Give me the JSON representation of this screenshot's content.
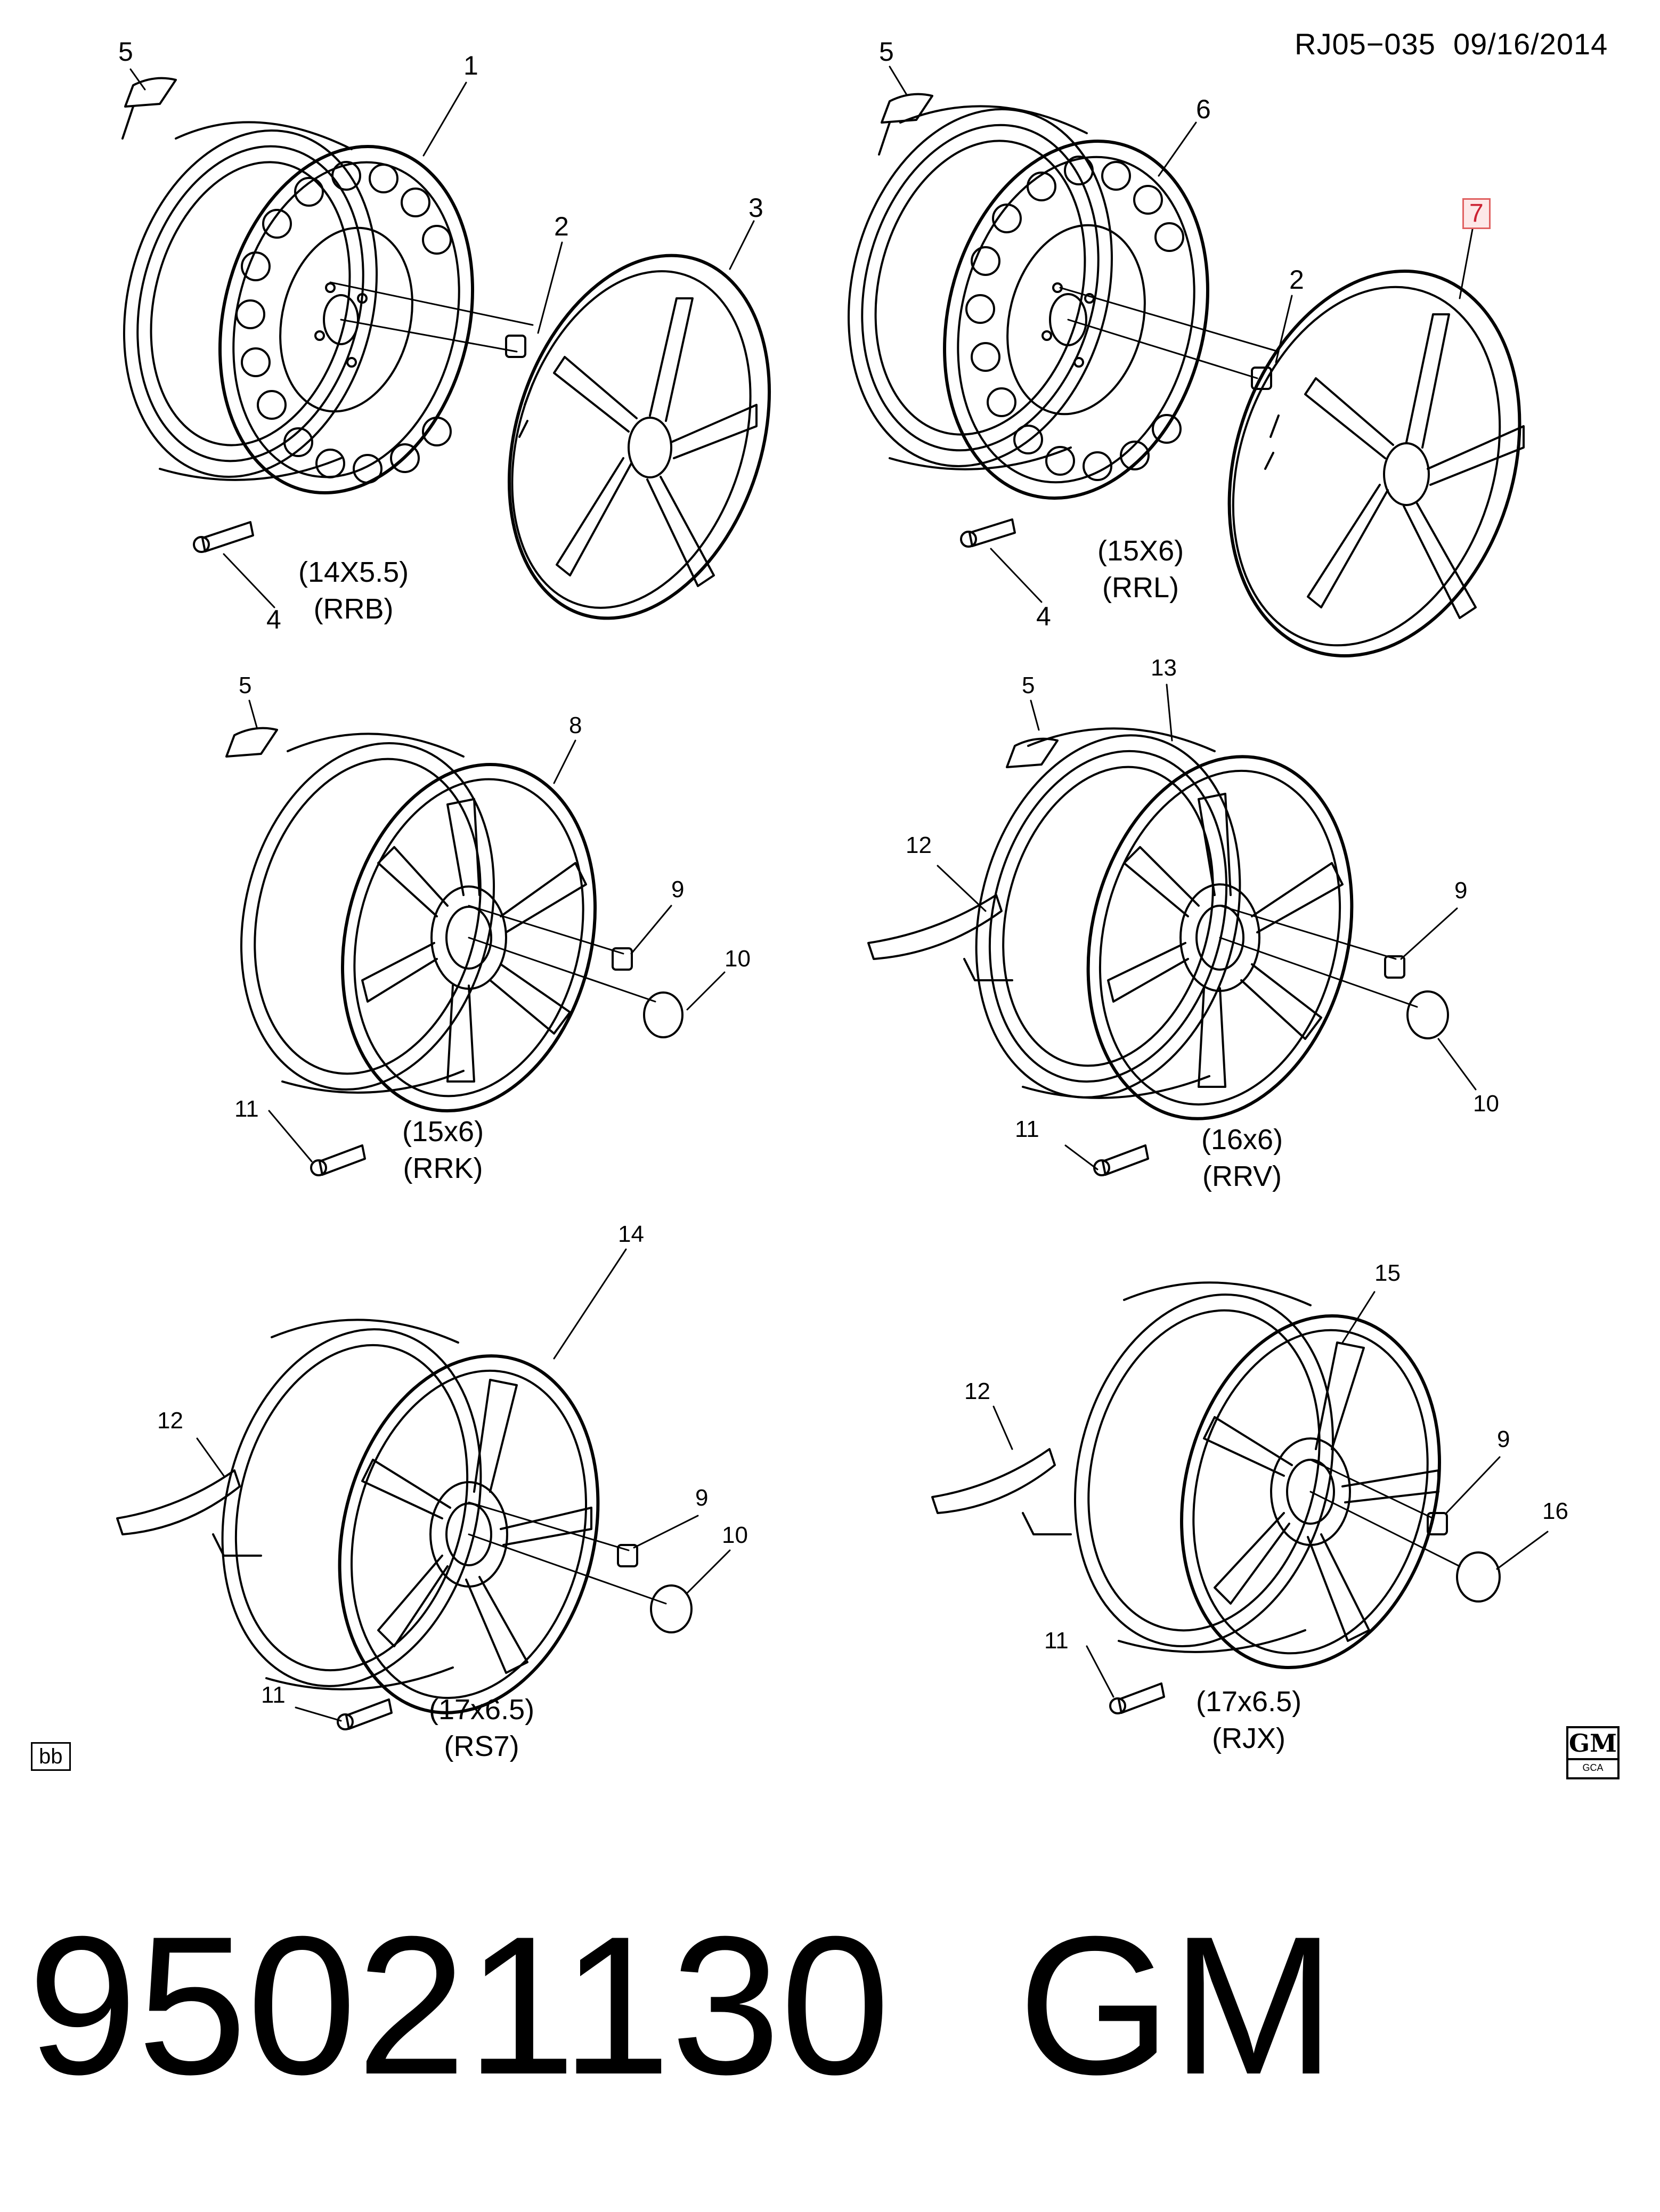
{
  "header": {
    "doc_code": "RJ05−035",
    "date": "09/16/2014"
  },
  "callouts": [
    "1",
    "2",
    "3",
    "4",
    "5",
    "6",
    "7",
    "8",
    "9",
    "10",
    "11",
    "12",
    "13",
    "14",
    "15",
    "16"
  ],
  "groups": [
    {
      "size": "(14X5.5)",
      "code": "(RRB)"
    },
    {
      "size": "(15X6)",
      "code": "(RRL)"
    },
    {
      "size": "(15x6)",
      "code": "(RRK)"
    },
    {
      "size": "(16x6)",
      "code": "(RRV)"
    },
    {
      "size": "(17x6.5)",
      "code": "(RS7)"
    },
    {
      "size": "(17x6.5)",
      "code": "(RJX)"
    }
  ],
  "corner_tag": "bb",
  "gm_logo": {
    "mark": "GM",
    "sub": "GCA"
  },
  "highlighted_callout": "7",
  "highlight_color": "#e06060",
  "footer": {
    "part_number": "95021130",
    "brand": "GM"
  }
}
